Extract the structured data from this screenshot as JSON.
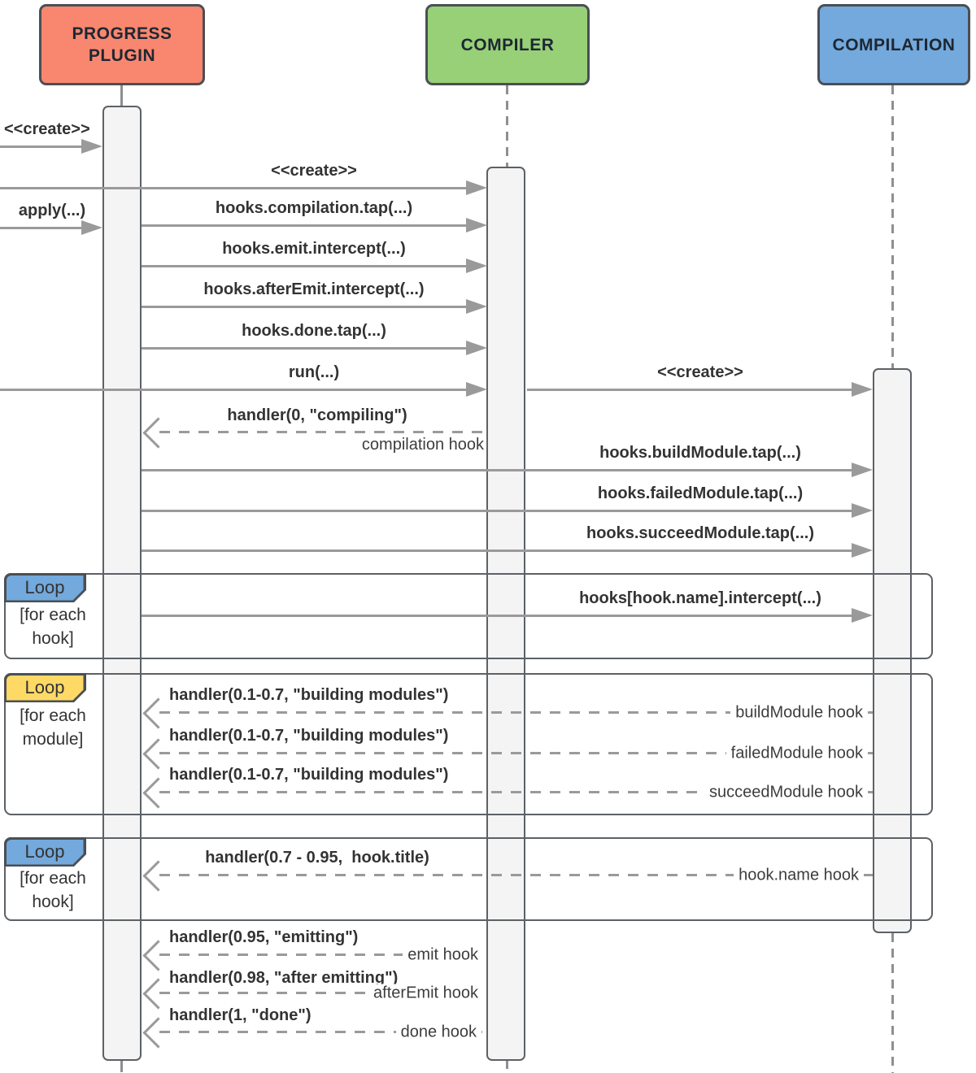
{
  "diagram_title": "webpack ProgressPlugin sequence diagram",
  "actors": [
    {
      "id": "progress-plugin",
      "label": "PROGRESS PLUGIN",
      "color": "#F9876F"
    },
    {
      "id": "compiler",
      "label": "COMPILER",
      "color": "#97D077"
    },
    {
      "id": "compilation",
      "label": "COMPILATION",
      "color": "#73A9DC"
    }
  ],
  "labels": {
    "create_pp": "<<create>>",
    "create_compiler": "<<create>>",
    "apply": "apply(...)",
    "compilation_tap": "hooks.compilation.tap(...)",
    "emit_intercept": "hooks.emit.intercept(...)",
    "afterEmit_intercept": "hooks.afterEmit.intercept(...)",
    "done_tap": "hooks.done.tap(...)",
    "run": "run(...)",
    "create_compilation": "<<create>>",
    "handler_compiling": "handler(0, \"compiling\")",
    "compilation_hook": "compilation hook",
    "buildModule_tap": "hooks.buildModule.tap(...)",
    "failedModule_tap": "hooks.failedModule.tap(...)",
    "succeedModule_tap": "hooks.succeedModule.tap(...)",
    "hook_intercept": "hooks[hook.name].intercept(...)",
    "handler_building_1": "handler(0.1-0.7, \"building modules\")",
    "handler_building_2": "handler(0.1-0.7, \"building modules\")",
    "handler_building_3": "handler(0.1-0.7, \"building modules\")",
    "buildModule_hook": "buildModule hook",
    "failedModule_hook": "failedModule hook",
    "succeedModule_hook": "succeedModule hook",
    "handler_hook_title": "handler(0.7 - 0.95,  hook.title)",
    "hook_name_hook": "hook.name hook",
    "handler_emitting": "handler(0.95, \"emitting\")",
    "emit_hook": "emit hook",
    "handler_after_emitting": "handler(0.98, \"after emitting\")",
    "afterEmit_hook": "afterEmit hook",
    "handler_done": "handler(1, \"done\")",
    "done_hook": "done hook"
  },
  "loops": [
    {
      "title": "Loop",
      "condition_line1": "[for each",
      "condition_line2": "hook]",
      "color": "#73A9DC"
    },
    {
      "title": "Loop",
      "condition_line1": "[for each",
      "condition_line2": "module]",
      "color": "#FFD966"
    },
    {
      "title": "Loop",
      "condition_line1": "[for each",
      "condition_line2": "hook]",
      "color": "#73A9DC"
    }
  ],
  "colors": {
    "progress_plugin_fill": "#F9876F",
    "compiler_fill": "#97D077",
    "compilation_fill": "#73A9DC",
    "loop_tab_blue": "#73A9DC",
    "loop_tab_yellow": "#FFD966",
    "message_line": "#9a9a9a",
    "activation_fill": "#F4F4F4",
    "text_dark": "#333333"
  }
}
